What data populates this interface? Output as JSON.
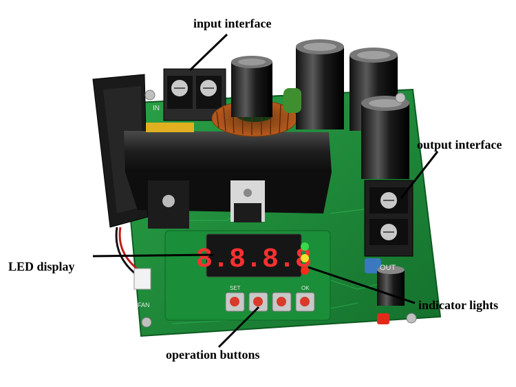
{
  "labels": {
    "input_interface": "input interface",
    "output_interface": "output interface",
    "led_display": "LED display",
    "indicator_lights": "indicator lights",
    "operation_buttons": "operation buttons"
  },
  "display": {
    "digits": "8.8.8.8"
  },
  "board_silkscreen": {
    "in": "IN",
    "out": "OUT",
    "fan": "FAN",
    "set": "SET",
    "ok": "OK"
  },
  "colors": {
    "pcb": "#1f8a3a",
    "heatsink": "#2a2a2a",
    "display_digit": "#ff3030",
    "led_green": "#39d84a",
    "led_yellow": "#f2e22a",
    "led_red": "#ff2a1a",
    "button_red": "#d93a2a"
  }
}
